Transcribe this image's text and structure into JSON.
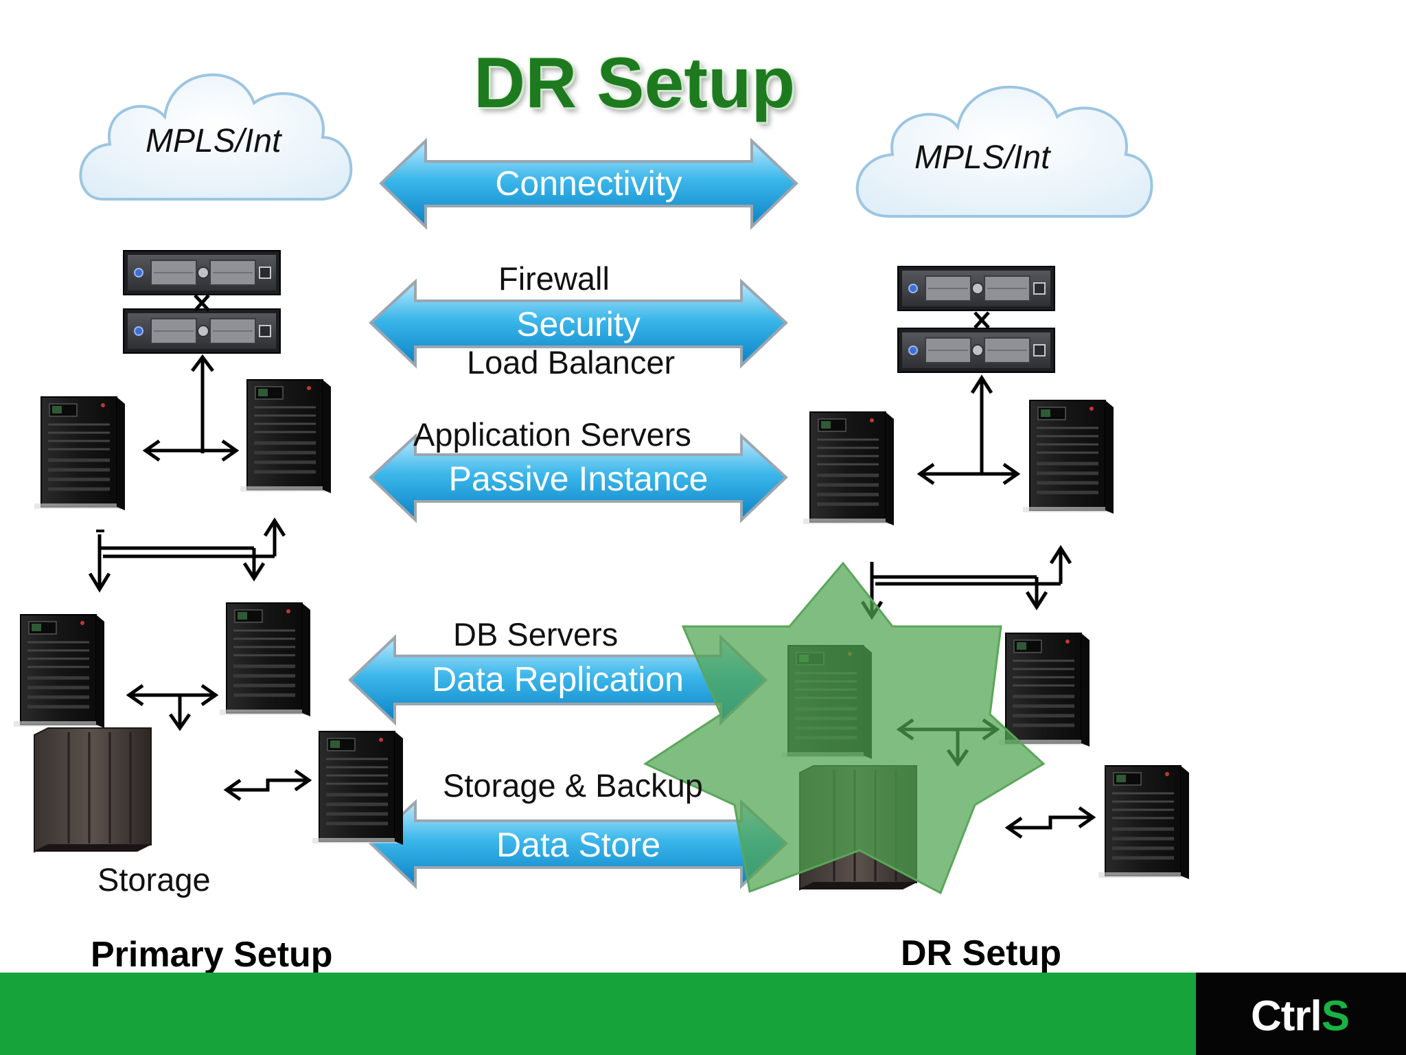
{
  "title": "DR Setup",
  "clouds": {
    "left_label": "MPLS/Int",
    "right_label": "MPLS/Int"
  },
  "arrows": {
    "connectivity": "Connectivity",
    "security": "Security",
    "passive": "Passive Instance",
    "replication": "Data Replication",
    "datastore": "Data Store"
  },
  "labels": {
    "firewall": "Firewall",
    "load_balancer": "Load Balancer",
    "app_servers": "Application Servers",
    "db_servers": "DB Servers",
    "storage_backup": "Storage & Backup",
    "storage": "Storage"
  },
  "sections": {
    "primary": "Primary Setup",
    "dr": "DR Setup"
  },
  "logo": {
    "main": "Ctrl",
    "accent": "S"
  },
  "colors": {
    "title_green": "#1e7a1e",
    "footer_green": "#16a33a",
    "arrow_blue": "#1aa0dc",
    "star_green": "#4fa34f"
  }
}
